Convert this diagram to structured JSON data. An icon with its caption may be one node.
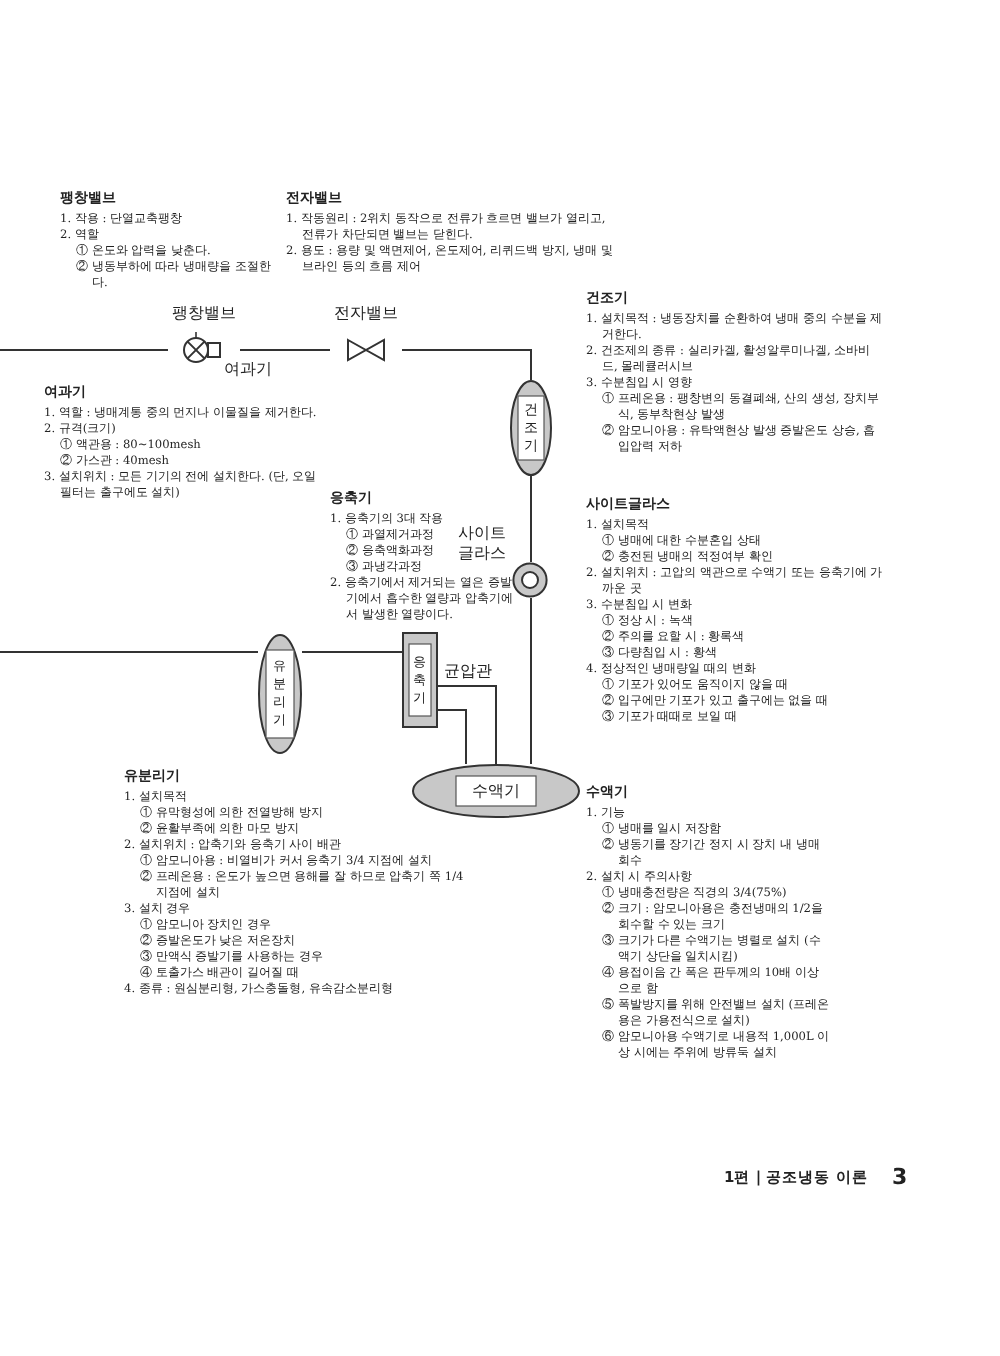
{
  "diagram": {
    "nodes": [
      {
        "text": [
          "팽창밸브"
        ]
      },
      {
        "text": [
          "전자밸브"
        ]
      },
      {
        "text": [
          "건조기"
        ]
      },
      {
        "text": [],
        "shape": "circle",
        "beside": [
          "사이트 글라스"
        ]
      },
      {
        "text": [
          "수액기"
        ]
      },
      {
        "text": [
          "응축기"
        ]
      },
      {
        "text": [
          "유분리기"
        ]
      }
    ],
    "edges": [
      {
        "from": null,
        "to": 0,
        "arrow": "none"
      },
      {
        "from": 0,
        "to": 1,
        "arrow": "none"
      },
      {
        "from": 1,
        "to": 2,
        "arrow": "none"
      },
      {
        "from": 2,
        "to": 3,
        "arrow": "none"
      },
      {
        "from": 3,
        "to": 4,
        "arrow": "none"
      },
      {
        "from": null,
        "to": 6,
        "arrow": "none"
      },
      {
        "from": 6,
        "to": 5,
        "arrow": "none"
      },
      {
        "from": 5,
        "to": 4,
        "arrow": "none"
      },
      {
        "from": 5,
        "to": 4,
        "arrow": "none",
        "label": "균압관"
      }
    ],
    "labels": [
      "팽창밸브",
      "1. 작용 : 단열교축팽창",
      "2. 역할",
      "① 온도와 압력을 낮춘다.",
      "② 냉동부하에 따라 냉매량을 조절한다.",
      "전자밸브",
      "1. 작동원리 : 2위치 동작으로 전류가 흐르면 밸브가 열리고, 전류가 차단되면 밸브는 닫힌다.",
      "2. 용도 : 용량 및 액면제어, 온도제어, 리퀴드백 방지, 냉매 및 브라인 등의 흐름 제어",
      "여과기",
      "여과기",
      "1. 역할 : 냉매계통 중의 먼지나 이물질을 제거한다.",
      "2. 규격(크기)",
      "① 액관용 : 80~100mesh",
      "② 가스관 : 40mesh",
      "3. 설치위치 : 모든 기기의 전에 설치한다. (단, 오일필터는 출구에도 설치)",
      "건조기",
      "1. 설치목적 : 냉동장치를 순환하여 냉매 중의 수분을 제거한다.",
      "2. 건조제의 종류 : 실리카겔, 활성알루미나겔, 소바비드, 몰레큘러시브",
      "3. 수분침입 시 영향",
      "① 프레온용 : 팽창변의 동결폐쇄, 산의 생성, 장치부식, 동부착현상 발생",
      "② 암모니아용 : 유탁액현상 발생 증발온도 상승, 흡입압력 저하",
      "응축기",
      "1. 응축기의 3대 작용",
      "① 과열제거과정",
      "② 응축액화과정",
      "③ 과냉각과정",
      "2. 응축기에서 제거되는 열은 증발기에서 흡수한 열량과 압축기에서 발생한 열량이다.",
      "사이트글라스",
      "1. 설치목적",
      "① 냉매에 대한 수분혼입 상태",
      "② 충전된 냉매의 적정여부 확인",
      "2. 설치위치 : 고압의 액관으로 수액기 또는 응축기에 가까운 곳",
      "3. 수분침입 시 변화",
      "① 정상 시 : 녹색",
      "② 주의를 요할 시 : 황록색",
      "③ 다량침입 시 : 황색",
      "4. 정상적인 냉매량일 때의 변화",
      "① 기포가 있어도 움직이지 않을 때",
      "② 입구에만 기포가 있고 출구에는 없을 때",
      "③ 기포가 때때로 보일 때",
      "유분리기",
      "1. 설치목적",
      "① 유막형성에 의한 전열방해 방지",
      "② 윤활부족에 의한 마모 방지",
      "2. 설치위치 : 압축기와 응축기 사이 배관",
      "① 암모니아용 : 비열비가 커서 응축기 3/4 지점에 설치",
      "② 프레온용 : 온도가 높으면 용해를 잘 하므로 압축기 쪽 1/4 지점에 설치",
      "3. 설치 경우",
      "① 암모니아 장치인 경우",
      "② 증발온도가 낮은 저온장치",
      "③ 만액식 증발기를 사용하는 경우",
      "④ 토출가스 배관이 길어질 때",
      "4. 종류 : 원심분리형, 가스충돌형, 유속감소분리형",
      "수액기",
      "1. 기능",
      "① 냉매를 일시 저장함",
      "② 냉동기를 장기간 정지 시 장치 내 냉매 회수",
      "2. 설치 시 주의사항",
      "① 냉매충전량은 직경의 3/4(75%)",
      "② 크기 : 암모니아용은 충전냉매의 1/2을 회수할 수 있는 크기",
      "③ 크기가 다른 수액기는 병렬로 설치 (수액기 상단을 일치시킴)",
      "④ 용접이음 간 폭은 판두께의 10배 이상으로 함",
      "⑤ 폭발방지를 위해 안전밸브 설치 (프레온용은 가용전식으로 설치)",
      "⑥ 암모니아용 수액기로 내용적 1,000L 이상 시에는 주위에 방류둑 설치",
      "1편 | 공조냉동 이론",
      "3"
    ]
  }
}
